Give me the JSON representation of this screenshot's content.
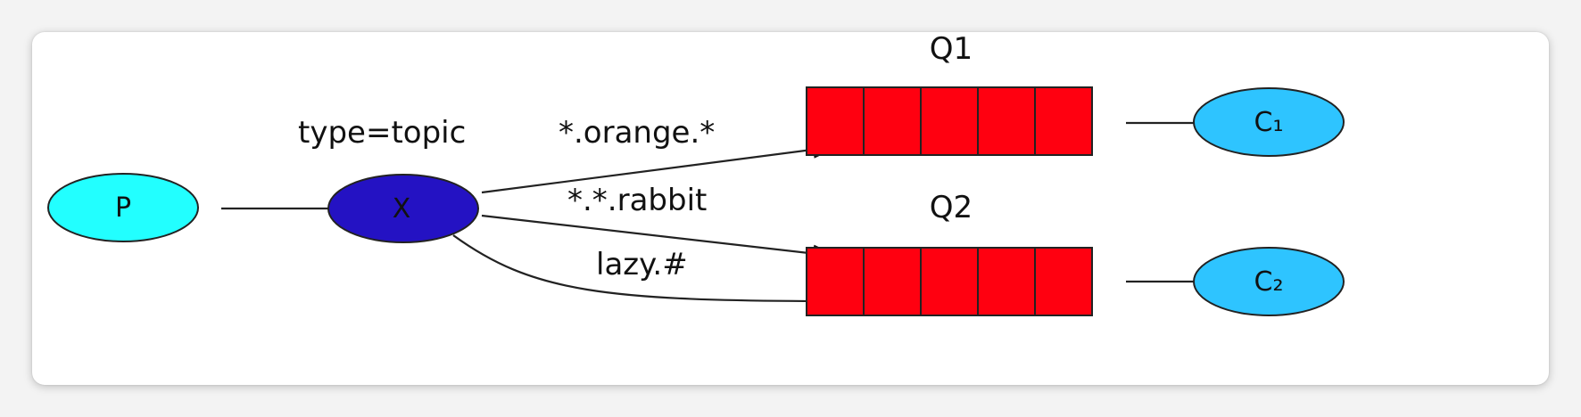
{
  "diagram": {
    "exchange_type_label": "type=topic",
    "nodes": {
      "producer": {
        "label": "P",
        "color": "#22ffff"
      },
      "exchange": {
        "label": "X",
        "color": "#2412c3"
      },
      "queue1": {
        "label": "Q1",
        "color": "#ff0010",
        "cells": 5
      },
      "queue2": {
        "label": "Q2",
        "color": "#ff0010",
        "cells": 5
      },
      "consumer1": {
        "label": "C₁",
        "color": "#2ec4ff"
      },
      "consumer2": {
        "label": "C₂",
        "color": "#2ec4ff"
      }
    },
    "bindings": {
      "orange": "*.orange.*",
      "rabbit": "*.*.rabbit",
      "lazy": "lazy.#"
    }
  }
}
